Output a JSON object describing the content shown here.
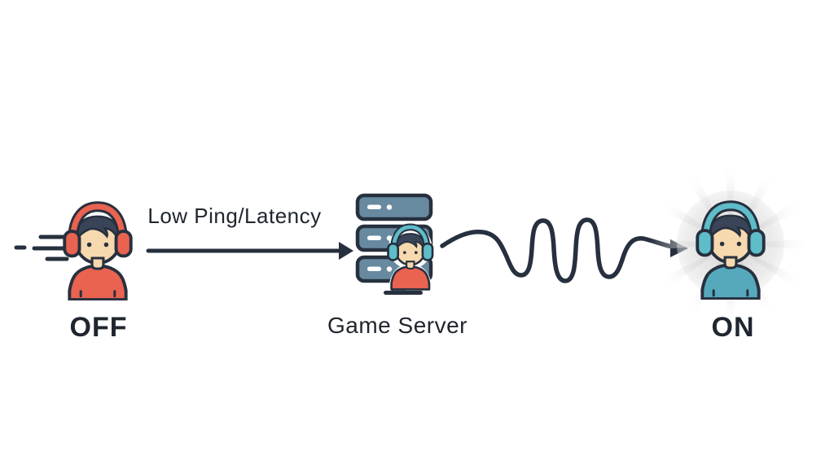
{
  "colors": {
    "bg": "#ffffff",
    "line": "#27303e",
    "text": "#20262f",
    "red": "#e96350",
    "teal": "#5fbcc9",
    "tealShirt": "#56a9bd",
    "skin": "#f6d9ae",
    "hair": "#3a4458",
    "server": "#688aa0",
    "grayBox": "#8f9dab",
    "glow": "#d9d9d9"
  },
  "nodes": {
    "gamer_off": {
      "label": "OFF",
      "icon": "gamer-red-headset-icon"
    },
    "game_server": {
      "label": "Game Server",
      "icon": "server-stack-with-gamer-icon"
    },
    "gamer_on": {
      "label": "ON",
      "icon": "gamer-teal-headset-glowing-icon"
    }
  },
  "connections": {
    "to_server": {
      "label": "Low Ping/Latency",
      "style": "straight-arrow"
    },
    "from_server": {
      "label": "",
      "style": "squiggly-arrow"
    }
  },
  "decorations": {
    "speed_lines": "motion-dashes",
    "glow": "starburst-behind-on-gamer"
  }
}
